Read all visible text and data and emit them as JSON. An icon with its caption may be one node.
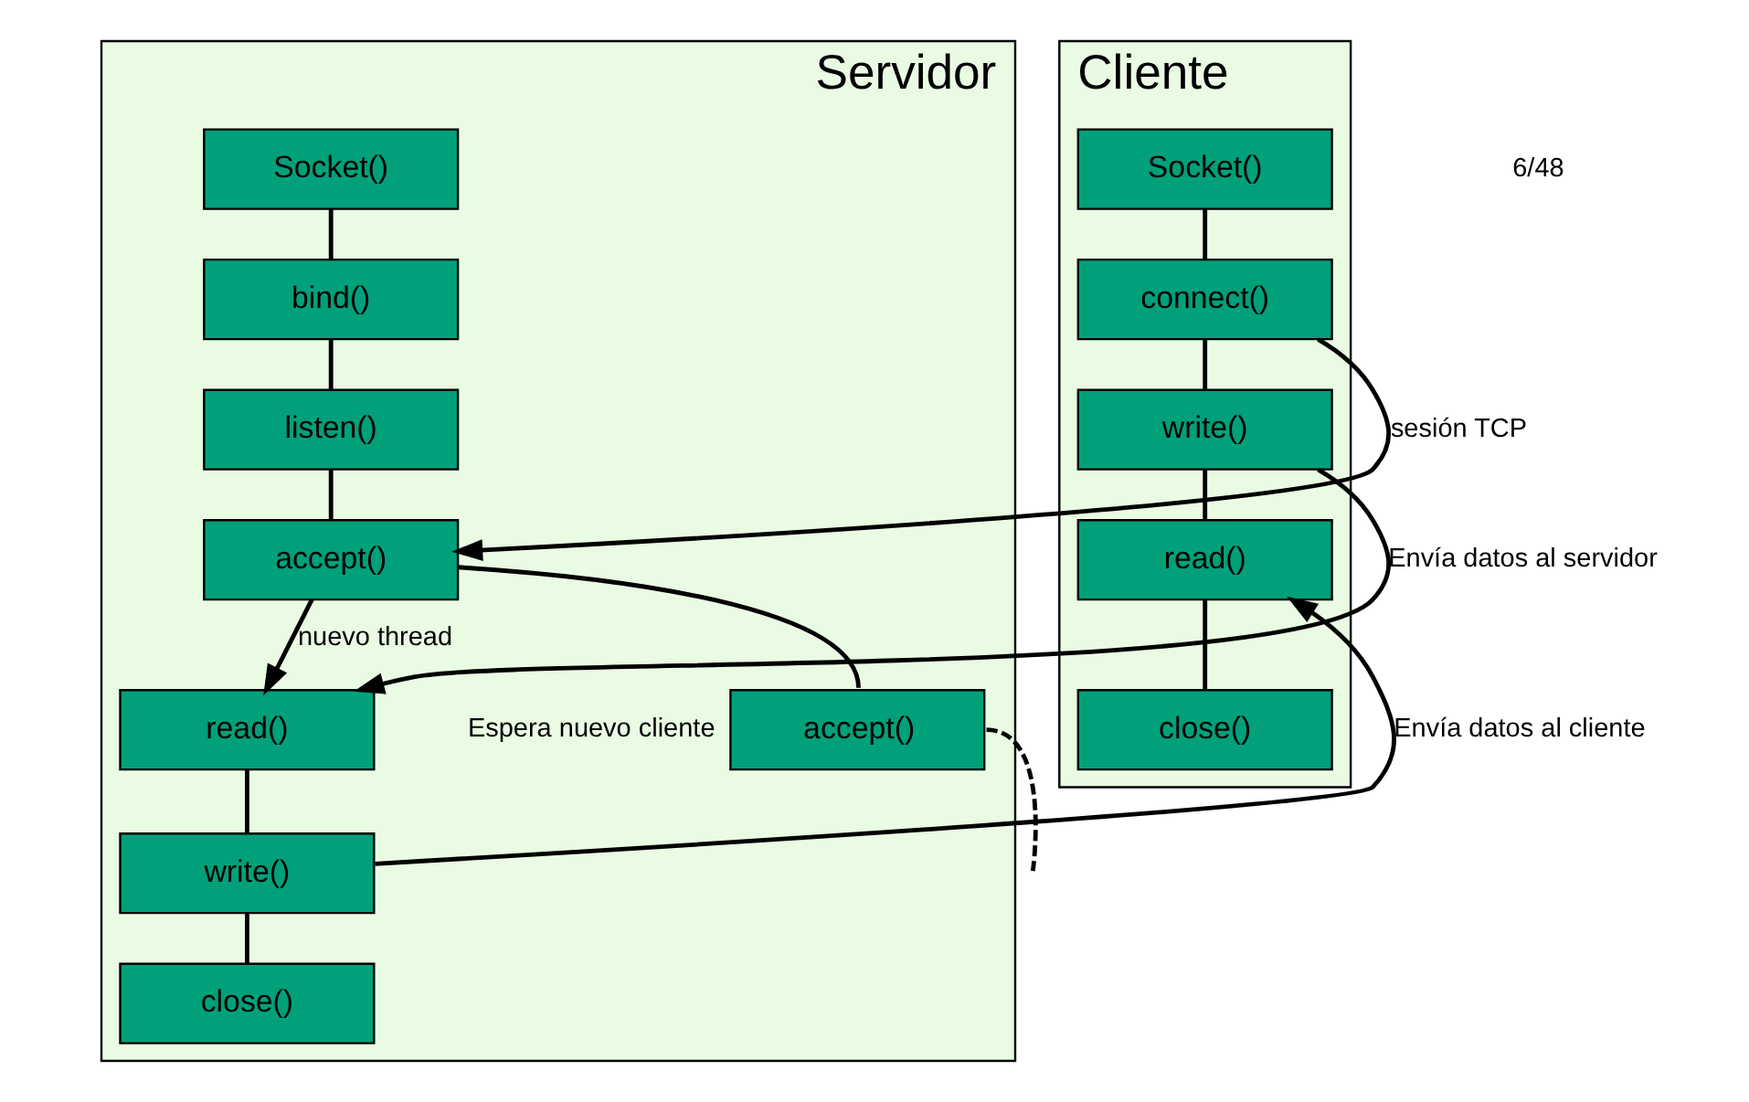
{
  "diagram": {
    "nodes": [
      {
        "text": [
          "Servidor"
        ]
      },
      {
        "text": [
          "Socket()"
        ],
        "in": 0
      },
      {
        "text": [
          "bind()"
        ],
        "in": 0
      },
      {
        "text": [
          "listen()"
        ],
        "in": 0
      },
      {
        "text": [
          "accept()"
        ],
        "in": 0
      },
      {
        "text": [
          "accept()"
        ],
        "in": 0,
        "beside": [
          "Espera nuevo cliente"
        ]
      },
      {
        "text": [
          "read()"
        ],
        "in": 0
      },
      {
        "text": [
          "write()"
        ],
        "in": 0
      },
      {
        "text": [
          "close()"
        ],
        "in": 0
      },
      {
        "text": [
          "Cliente"
        ]
      },
      {
        "text": [
          "Socket()"
        ],
        "in": 9
      },
      {
        "text": [
          "connect()"
        ],
        "in": 9
      },
      {
        "text": [
          "write()"
        ],
        "in": 9
      },
      {
        "text": [
          "read()"
        ],
        "in": 9
      },
      {
        "text": [
          "close()"
        ],
        "in": 9
      }
    ],
    "edges": [
      {
        "from": 1,
        "to": 2,
        "arrow": "none"
      },
      {
        "from": 2,
        "to": 3,
        "arrow": "none"
      },
      {
        "from": 3,
        "to": 4,
        "arrow": "none"
      },
      {
        "from": 4,
        "to": 5,
        "arrow": "none"
      },
      {
        "from": 5,
        "to": null,
        "arrow": "none",
        "style": "dashed"
      },
      {
        "from": 6,
        "to": 7,
        "arrow": "none"
      },
      {
        "from": 7,
        "to": 8,
        "arrow": "none"
      },
      {
        "from": 10,
        "to": 11,
        "arrow": "none"
      },
      {
        "from": 11,
        "to": 12,
        "arrow": "none"
      },
      {
        "from": 12,
        "to": 13,
        "arrow": "none"
      },
      {
        "from": 13,
        "to": 14,
        "arrow": "none"
      },
      {
        "from": 11,
        "to": 4,
        "arrow": "to",
        "label": "sesión TCP"
      },
      {
        "from": 4,
        "to": 6,
        "arrow": "to",
        "label": "nuevo thread"
      },
      {
        "from": 12,
        "to": 6,
        "arrow": "to",
        "label": "Envía datos al servidor"
      },
      {
        "from": 7,
        "to": 13,
        "arrow": "to",
        "label": "Envía datos al cliente"
      }
    ],
    "labels": [
      "6/48"
    ]
  }
}
